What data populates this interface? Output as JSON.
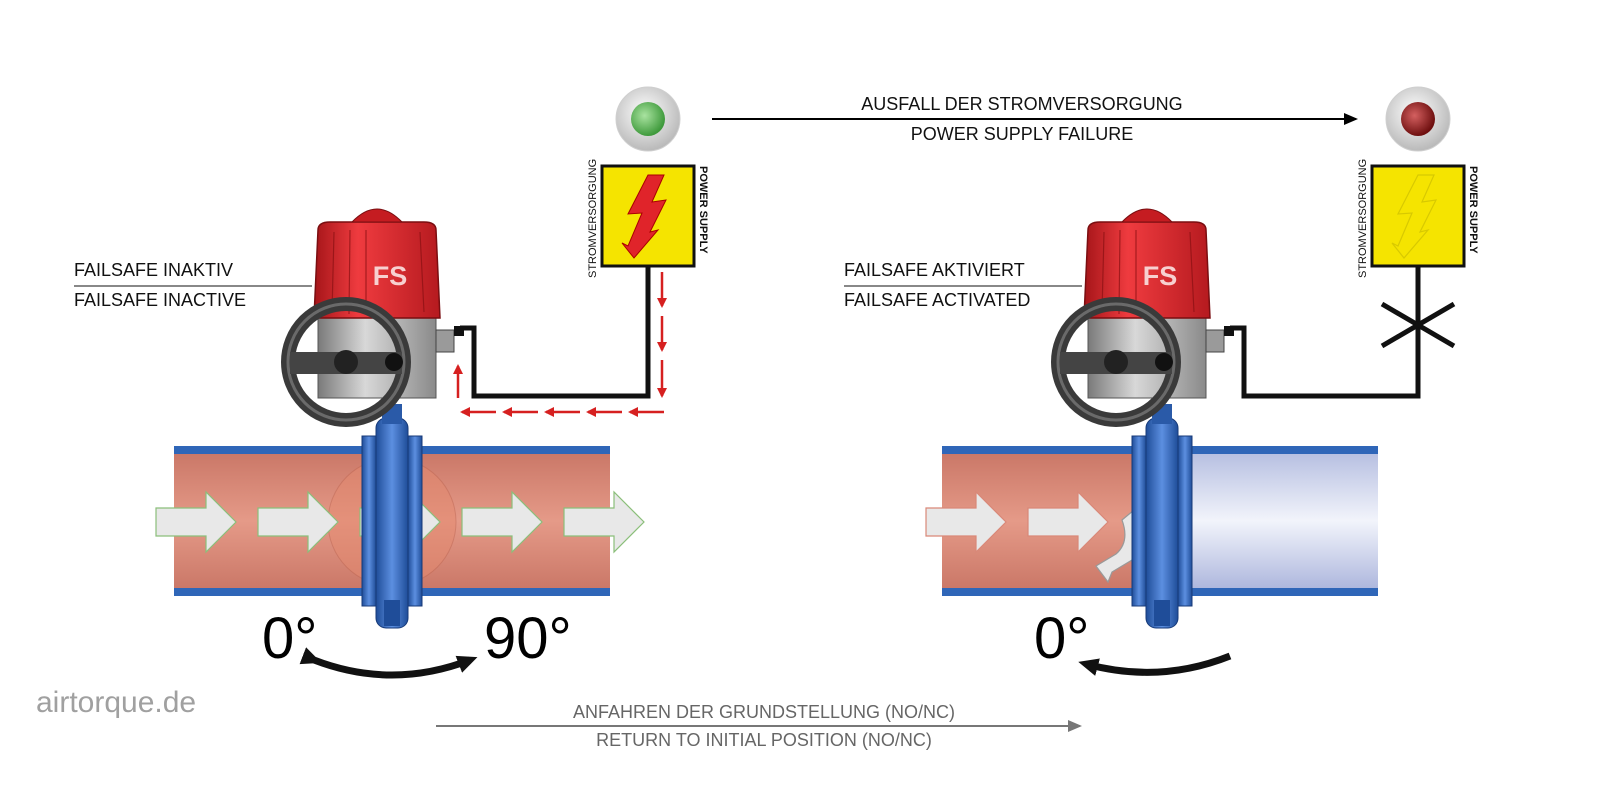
{
  "top_transition": {
    "de": "AUSFALL DER STROMVERSORGUNG",
    "en": "POWER SUPPLY FAILURE"
  },
  "bottom_transition": {
    "de": "ANFAHREN DER GRUNDSTELLUNG (NO/NC)",
    "en": "RETURN TO INITIAL POSITION (NO/NC)"
  },
  "left_state": {
    "de": "FAILSAFE INAKTIV",
    "en": "FAILSAFE INACTIVE",
    "actuator_badge": "FS",
    "angle_start": "0°",
    "angle_end": "90°",
    "power_box": {
      "de": "STROMVERSORGUNG",
      "en": "POWER SUPPLY"
    },
    "indicator_color": "#4caf50"
  },
  "right_state": {
    "de": "FAILSAFE AKTIVIERT",
    "en": "FAILSAFE ACTIVATED",
    "actuator_badge": "FS",
    "angle_start": "0°",
    "power_box": {
      "de": "STROMVERSORGUNG",
      "en": "POWER SUPPLY"
    },
    "indicator_color": "#8b1a1a"
  },
  "brand": "airtorque.de",
  "colors": {
    "actuator_red": "#d9242a",
    "pipe_fill": "#d98878",
    "pipe_edge": "#2f66b8",
    "flow_arrow": "#e6e6e6",
    "power_box": "#f5e400",
    "signal_red": "#d62020"
  },
  "icons": [
    "lightning-icon",
    "indicator-lamp-icon",
    "flow-arrow-icon",
    "handwheel-icon",
    "cut-wire-icon",
    "rotation-arrow-icon"
  ]
}
